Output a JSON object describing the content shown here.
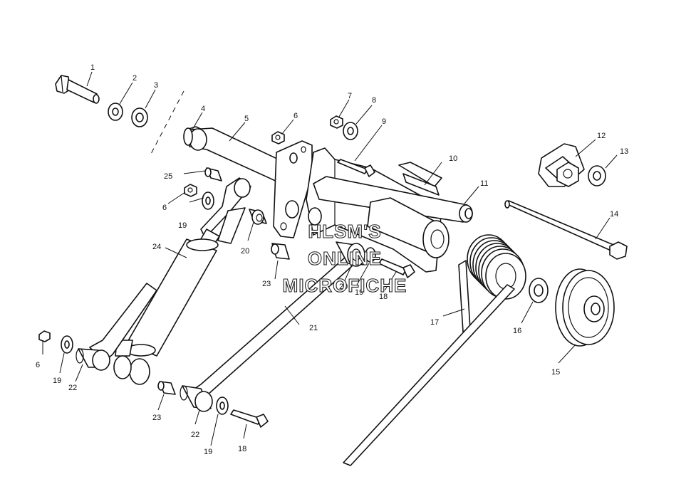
{
  "watermark": {
    "line1": "HLSM'S",
    "line2": "ONLINE",
    "line3": "MICROFICHE"
  },
  "labels": [
    {
      "id": "l1",
      "text": "1"
    },
    {
      "id": "l2",
      "text": "2"
    },
    {
      "id": "l3",
      "text": "3"
    },
    {
      "id": "l4",
      "text": "4"
    },
    {
      "id": "l5",
      "text": "5"
    },
    {
      "id": "l6a",
      "text": "6"
    },
    {
      "id": "l7",
      "text": "7"
    },
    {
      "id": "l8",
      "text": "8"
    },
    {
      "id": "l9",
      "text": "9"
    },
    {
      "id": "l10",
      "text": "10"
    },
    {
      "id": "l11",
      "text": "11"
    },
    {
      "id": "l12",
      "text": "12"
    },
    {
      "id": "l13",
      "text": "13"
    },
    {
      "id": "l14",
      "text": "14"
    },
    {
      "id": "l15",
      "text": "15"
    },
    {
      "id": "l16",
      "text": "16"
    },
    {
      "id": "l17",
      "text": "17"
    },
    {
      "id": "l18a",
      "text": "18"
    },
    {
      "id": "l18b",
      "text": "18"
    },
    {
      "id": "l19a",
      "text": "19"
    },
    {
      "id": "l19b",
      "text": "19"
    },
    {
      "id": "l19c",
      "text": "19"
    },
    {
      "id": "l19d",
      "text": "19"
    },
    {
      "id": "l20a",
      "text": "20"
    },
    {
      "id": "l20b",
      "text": "20"
    },
    {
      "id": "l21",
      "text": "21"
    },
    {
      "id": "l22a",
      "text": "22"
    },
    {
      "id": "l22b",
      "text": "22"
    },
    {
      "id": "l23a",
      "text": "23"
    },
    {
      "id": "l23b",
      "text": "23"
    },
    {
      "id": "l24",
      "text": "24"
    },
    {
      "id": "l25",
      "text": "25"
    },
    {
      "id": "l6b",
      "text": "6"
    },
    {
      "id": "l6c",
      "text": "6"
    }
  ]
}
